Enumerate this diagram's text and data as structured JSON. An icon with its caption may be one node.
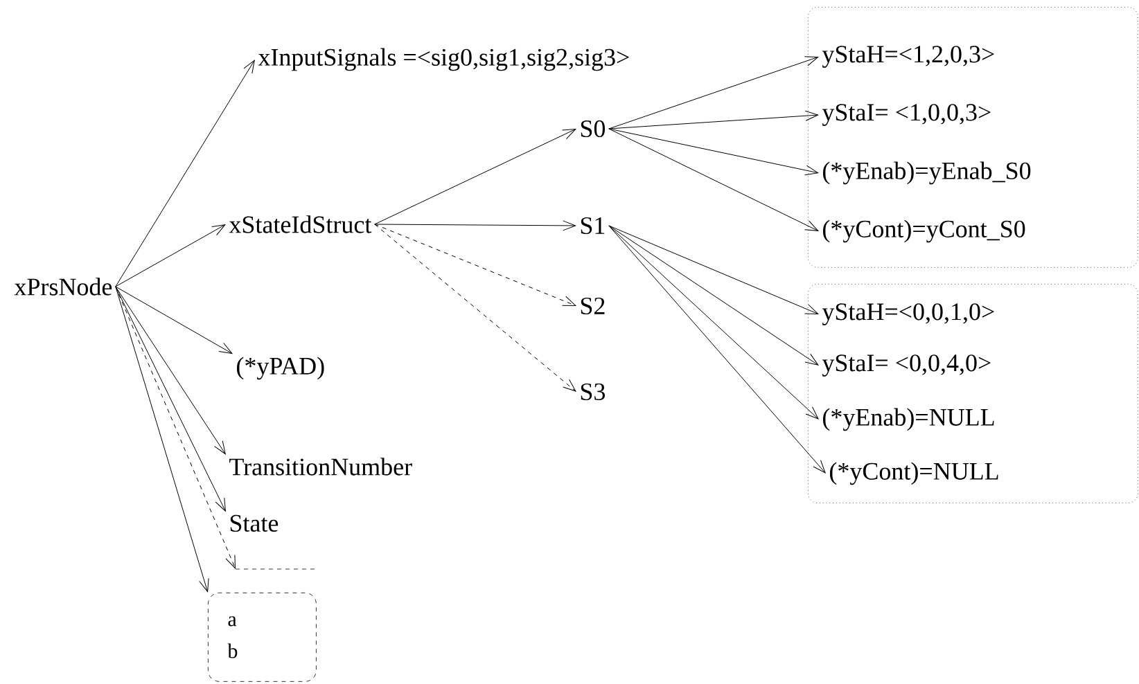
{
  "diagram": {
    "nodes": [
      {
        "text": [
          "xPrsNode"
        ]
      },
      {
        "text": [
          "xInputSignals =<sig0,sig1,sig2,sig3>"
        ]
      },
      {
        "text": [
          "xStateIdStruct"
        ]
      },
      {
        "text": [
          "(*yPAD)"
        ]
      },
      {
        "text": [
          "TransitionNumber"
        ]
      },
      {
        "text": [
          "State"
        ]
      },
      {
        "text": [],
        "shape": "line"
      },
      {
        "text": [
          "a",
          "b"
        ]
      },
      {
        "text": [
          "S0"
        ]
      },
      {
        "text": [
          "S1"
        ]
      },
      {
        "text": [
          "S2"
        ]
      },
      {
        "text": [
          "S3"
        ]
      },
      {
        "text": [],
        "shape": "box"
      },
      {
        "text": [
          "yStaH=<1,2,0,3>"
        ],
        "in": 12
      },
      {
        "text": [
          "yStaI= <1,0,0,3>"
        ],
        "in": 12
      },
      {
        "text": [
          "(*yEnab)=yEnab_S0"
        ],
        "in": 12
      },
      {
        "text": [
          "(*yCont)=yCont_S0"
        ],
        "in": 12
      },
      {
        "text": [],
        "shape": "box"
      },
      {
        "text": [
          "yStaH=<0,0,1,0>"
        ],
        "in": 17
      },
      {
        "text": [
          "yStaI= <0,0,4,0>"
        ],
        "in": 17
      },
      {
        "text": [
          "(*yEnab)=NULL"
        ],
        "in": 17
      },
      {
        "text": [
          "(*yCont)=NULL"
        ],
        "in": 17
      }
    ],
    "edges": [
      {
        "from": 0,
        "to": 1,
        "arrow": "to"
      },
      {
        "from": 0,
        "to": 2,
        "arrow": "to"
      },
      {
        "from": 0,
        "to": 3,
        "arrow": "to"
      },
      {
        "from": 0,
        "to": 4,
        "arrow": "to"
      },
      {
        "from": 0,
        "to": 5,
        "arrow": "to"
      },
      {
        "from": 0,
        "to": 6,
        "arrow": "to",
        "style": "dashed"
      },
      {
        "from": 0,
        "to": 7,
        "arrow": "to"
      },
      {
        "from": 2,
        "to": 8,
        "arrow": "to"
      },
      {
        "from": 2,
        "to": 9,
        "arrow": "to"
      },
      {
        "from": 2,
        "to": 10,
        "arrow": "to",
        "style": "dashed"
      },
      {
        "from": 2,
        "to": 11,
        "arrow": "to",
        "style": "dashed"
      },
      {
        "from": 8,
        "to": 13,
        "arrow": "to"
      },
      {
        "from": 8,
        "to": 14,
        "arrow": "to"
      },
      {
        "from": 8,
        "to": 15,
        "arrow": "to"
      },
      {
        "from": 8,
        "to": 16,
        "arrow": "to"
      },
      {
        "from": 9,
        "to": 18,
        "arrow": "to"
      },
      {
        "from": 9,
        "to": 19,
        "arrow": "to"
      },
      {
        "from": 9,
        "to": 20,
        "arrow": "to"
      },
      {
        "from": 9,
        "to": 21,
        "arrow": "to"
      }
    ]
  }
}
